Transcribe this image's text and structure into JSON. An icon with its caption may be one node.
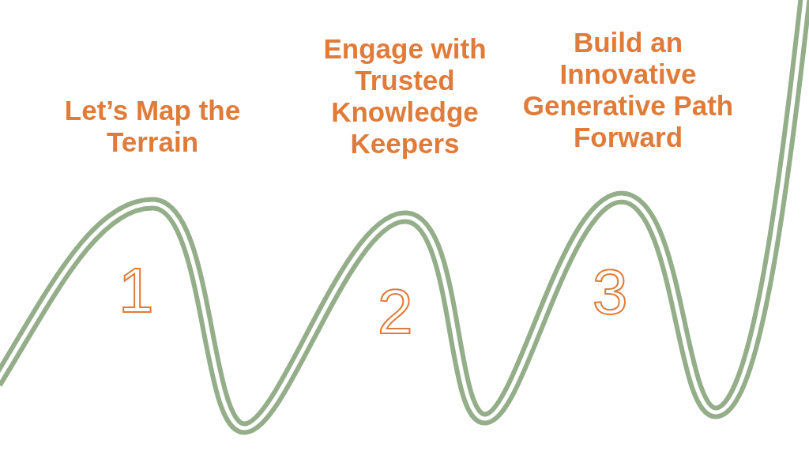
{
  "diagram": {
    "labels": [
      "Let’s Map the Terrain",
      "1",
      "Engage with Trusted Knowledge Keepers",
      "2",
      "Build an Innovative Generative Path Forward",
      "3"
    ]
  }
}
